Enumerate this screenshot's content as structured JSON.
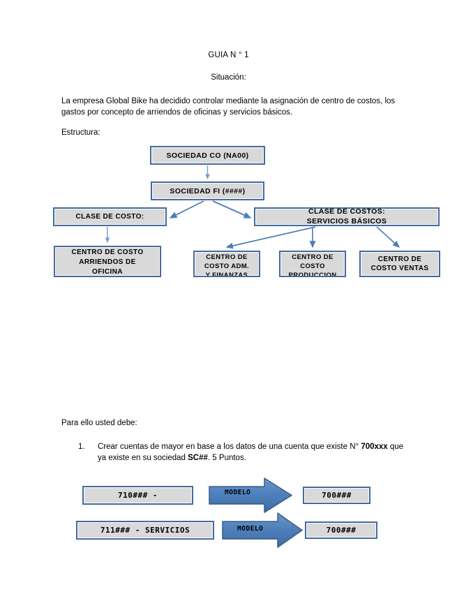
{
  "document": {
    "title": "GUIA N ° 1",
    "situacion_label": "Situación:",
    "intro_paragraph": "La empresa Global Bike ha decidido controlar mediante la asignación de centro de costos, los gastos por concepto de arriendos de oficinas y servicios básicos.",
    "estructura_label": "Estructura:",
    "para_ello_label": "Para ello usted debe:"
  },
  "diagram": {
    "nodes": {
      "sociedad_co": "SOCIEDAD CO (NA00)",
      "sociedad_fi": "SOCIEDAD FI (####)",
      "clase_costo": "CLASE DE COSTO:",
      "clase_costos": "CLASE DE COSTOS:\nSERVICIOS BÁSICOS",
      "cc_arriendos": "CENTRO DE COSTO\nARRIENDOS DE\nOFICINA",
      "cc_adm": "CENTRO DE\nCOSTO ADM.\nY FINANZAS",
      "cc_produccion": "CENTRO DE\nCOSTO\nPRODUCCION",
      "cc_ventas": "CENTRO DE\nCOSTO VENTAS"
    },
    "colors": {
      "node_fill": "#D9D9D9",
      "node_border": "#44699D",
      "connector": "#4A7EBB",
      "arrow_fill": "#4E81BD",
      "arrow_border": "#385D8A"
    }
  },
  "tasks": [
    {
      "number": "1.",
      "text_parts": [
        {
          "text": "Crear cuentas de mayor en base a los datos de una cuenta que existe  N° ",
          "bold": false
        },
        {
          "text": "700xxx",
          "bold": true
        },
        {
          "text": " que ya existe en su sociedad ",
          "bold": false
        },
        {
          "text": "SC##",
          "bold": true
        },
        {
          "text": ". 5 Puntos.",
          "bold": false
        }
      ]
    }
  ],
  "model_rows": [
    {
      "source_account": "710### -",
      "arrow_label": "MODELO",
      "target_account": "700###"
    },
    {
      "source_account": "711### - SERVICIOS",
      "arrow_label": "MODELO",
      "target_account": "700###"
    }
  ]
}
